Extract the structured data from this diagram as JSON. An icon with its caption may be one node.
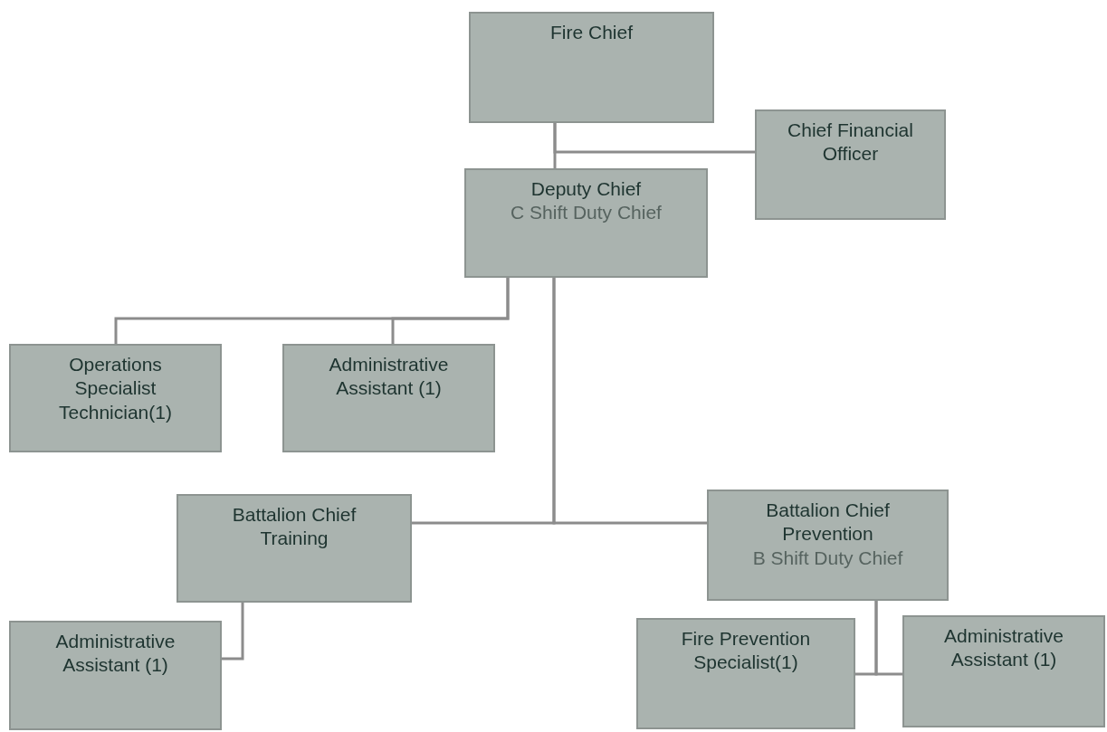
{
  "diagram": {
    "nodes": [
      {
        "text": [
          "Fire Chief"
        ]
      },
      {
        "text": [
          "Chief Financial Officer"
        ]
      },
      {
        "text": [
          "Deputy Chief",
          "C Shift Duty Chief"
        ]
      },
      {
        "text": [
          "Operations Specialist Technician(1)"
        ]
      },
      {
        "text": [
          "Administrative Assistant (1)"
        ]
      },
      {
        "text": [
          "Battalion Chief Training"
        ]
      },
      {
        "text": [
          "Battalion Chief Prevention",
          "B Shift Duty Chief"
        ]
      },
      {
        "text": [
          "Administrative Assistant (1)"
        ]
      },
      {
        "text": [
          "Fire Prevention Specialist(1)"
        ]
      },
      {
        "text": [
          "Administrative Assistant (1)"
        ]
      }
    ],
    "edges": [
      {
        "from": 0,
        "to": 2,
        "arrow": "none"
      },
      {
        "from": 0,
        "to": 1,
        "arrow": "none"
      },
      {
        "from": 2,
        "to": 3,
        "arrow": "none"
      },
      {
        "from": 2,
        "to": 4,
        "arrow": "none"
      },
      {
        "from": 2,
        "to": 5,
        "arrow": "none"
      },
      {
        "from": 2,
        "to": 6,
        "arrow": "none"
      },
      {
        "from": 5,
        "to": 7,
        "arrow": "none"
      },
      {
        "from": 6,
        "to": 8,
        "arrow": "none"
      },
      {
        "from": 6,
        "to": 9,
        "arrow": "none"
      }
    ]
  }
}
